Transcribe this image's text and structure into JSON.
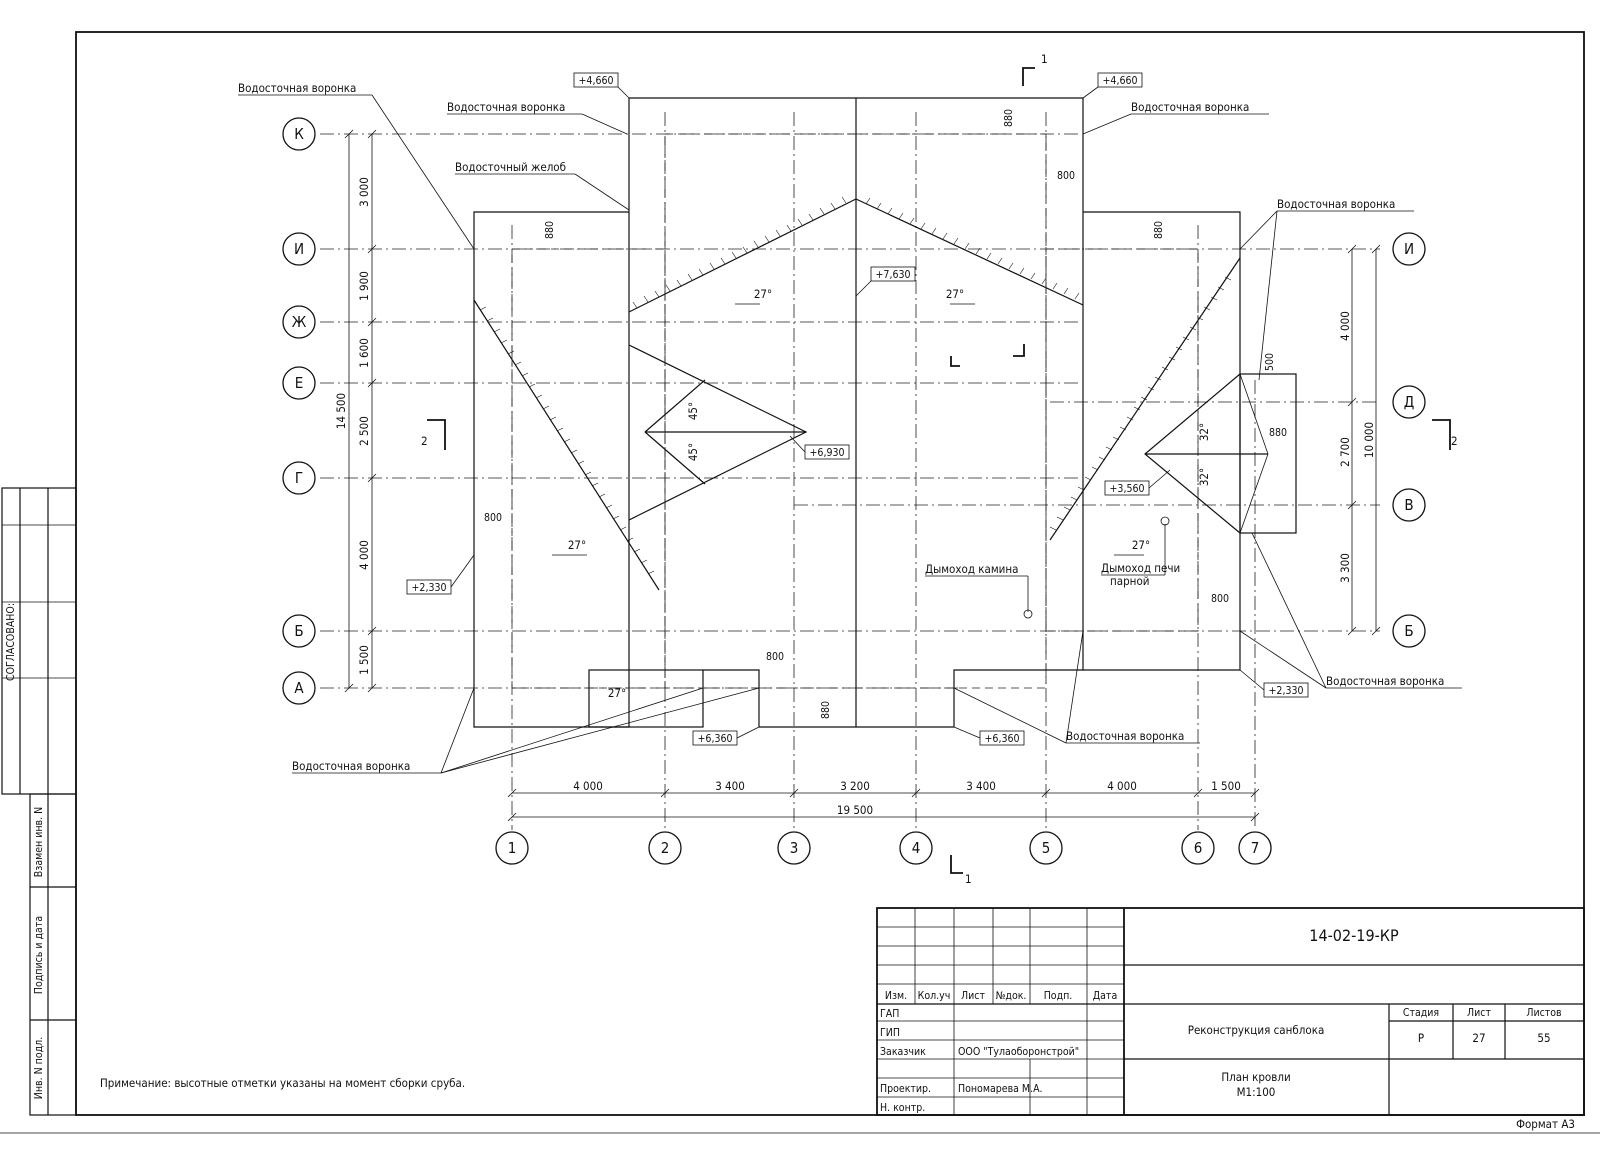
{
  "sheet": {
    "format": "Формат А3",
    "note": "Примечание: высотные отметки указаны на момент сборки сруба."
  },
  "side_stamp": {
    "agreed": "СОГЛАСОВАНО:",
    "replace_inv": "Взамен инв. N",
    "sign_date": "Подпись и дата",
    "inv_orig": "Инв. N подл."
  },
  "title_block": {
    "code": "14-02-19-КР",
    "project": "Реконструкция санблока",
    "sheet_title": "План кровли",
    "scale": "М1:100",
    "headers": {
      "izm": "Изм.",
      "kol": "Кол.уч",
      "list": "Лист",
      "ndok": "№док.",
      "podp": "Подп.",
      "data": "Дата"
    },
    "roles": {
      "gap": "ГАП",
      "gip": "ГИП",
      "customer": "Заказчик",
      "customer_value": "ООО \"Тулаоборонстрой\"",
      "designer": "Проектир.",
      "designer_value": "Пономарева М.А.",
      "norm_control": "Н. контр."
    },
    "stage_label": "Стадия",
    "sheet_label": "Лист",
    "sheets_label": "Листов",
    "stage": "Р",
    "sheet": "27",
    "sheets": "55"
  },
  "axes": {
    "columns": [
      "1",
      "2",
      "3",
      "4",
      "5",
      "6",
      "7"
    ],
    "rows_left": [
      "К",
      "И",
      "Ж",
      "Е",
      "Г",
      "Б",
      "А"
    ],
    "rows_right": [
      "И",
      "Д",
      "В",
      "Б"
    ]
  },
  "dimensions": {
    "bottom": [
      "4 000",
      "3 400",
      "3 200",
      "3 400",
      "4 000",
      "1 500"
    ],
    "bottom_total": "19 500",
    "left": [
      "3 000",
      "1 900",
      "1 600",
      "2 500",
      "4 000",
      "1 500"
    ],
    "left_total": "14 500",
    "right": [
      "4 000",
      "2 700",
      "3 300"
    ],
    "right_total": "10 000",
    "misc": [
      "880",
      "880",
      "880",
      "880",
      "800",
      "800",
      "800",
      "800",
      "500",
      "880"
    ]
  },
  "levels": [
    "+4,660",
    "+4,660",
    "+7,630",
    "+6,930",
    "+3,560",
    "+2,330",
    "+2,330",
    "+6,360",
    "+6,360"
  ],
  "slopes": [
    "27°",
    "27°",
    "27°",
    "27°",
    "27°",
    "45°",
    "45°",
    "32°",
    "32°"
  ],
  "labels": {
    "funnel": "Водосточная воронка",
    "gutter": "Водосточный желоб",
    "fireplace": "Дымоход камина",
    "stove": "Дымоход печи парной",
    "stove_1": "Дымоход печи",
    "stove_2": "парной"
  },
  "sections": {
    "s1": "1",
    "s2": "2"
  }
}
